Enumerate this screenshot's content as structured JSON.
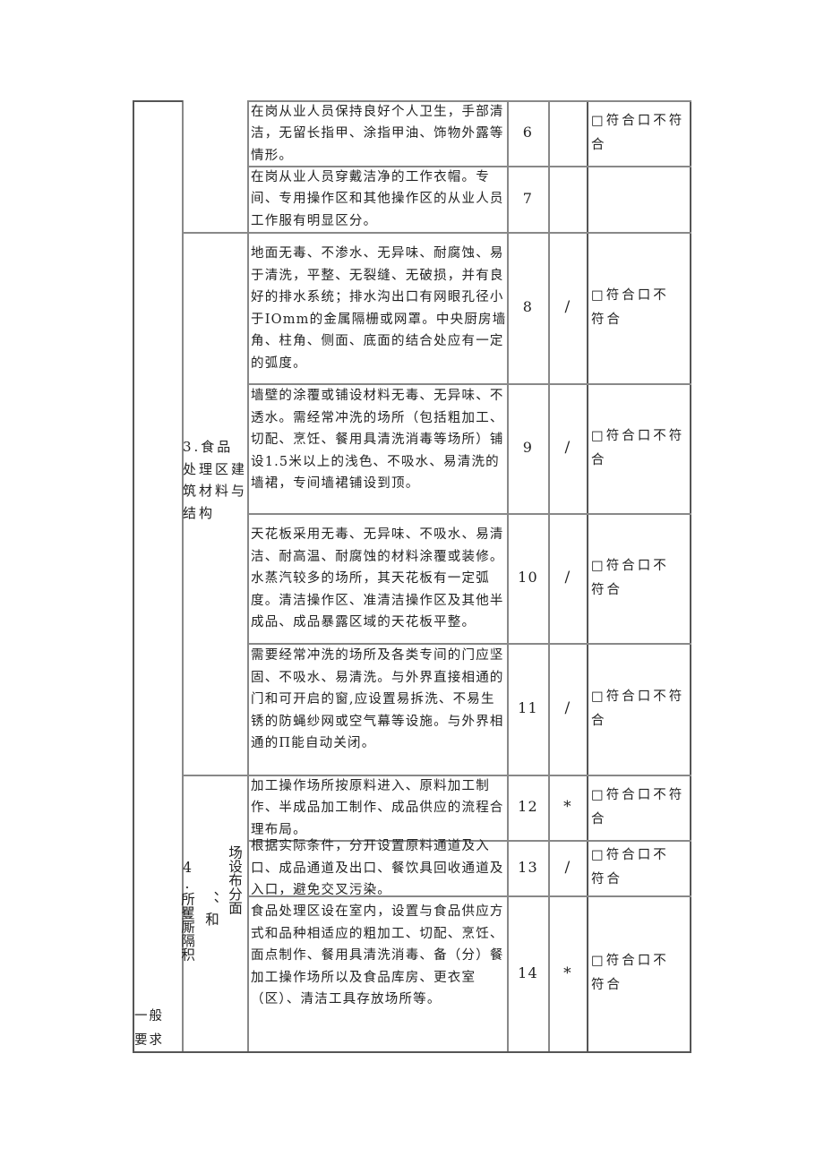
{
  "table": {
    "section_general": {
      "label_line1": "一般",
      "label_line2": "要求"
    },
    "category_3": {
      "label": "3.食品处理区建筑材料与结构"
    },
    "category_4": {
      "col1": "4.所矍厮隔积",
      "col2": "、、和",
      "col3": "场设布分面"
    },
    "rows": [
      {
        "description": "在岗从业人员保持良好个人卫生，手部清洁，无留长指甲、涂指甲油、饰物外露等情形。",
        "number": "6",
        "mark": "",
        "result": "□符合口不符合"
      },
      {
        "description": "在岗从业人员穿戴洁净的工作衣帽。专间、专用操作区和其他操作区的从业人员工作服有明显区分。",
        "number": "7",
        "mark": "",
        "result": ""
      },
      {
        "description": "地面无毒、不渗水、无异味、耐腐蚀、易于清洗，平整、无裂缝、无破损，并有良好的排水系统；排水沟出口有网眼孔径小于IOmm的金属隔栅或网罩。中央厨房墙角、柱角、侧面、底面的结合处应有一定的弧度。",
        "number": "8",
        "mark": "/",
        "result": "□符合口不符合"
      },
      {
        "description": "墙壁的涂覆或铺设材料无毒、无异味、不透水。需经常冲洗的场所（包括粗加工、切配、烹饪、餐用具清洗消毒等场所）铺设1.5米以上的浅色、不吸水、易清洗的墙裙，专间墙裙铺设到顶。",
        "number": "9",
        "mark": "/",
        "result": "□符合口不符合"
      },
      {
        "description": "天花板采用无毒、无异味、不吸水、易清洁、耐高温、耐腐蚀的材料涂覆或装修。水蒸汽较多的场所，其天花板有一定弧度。清洁操作区、准清洁操作区及其他半成品、成品暴露区域的天花板平整。",
        "number": "10",
        "mark": "/",
        "result": "□符合口不符合"
      },
      {
        "description": "需要经常冲洗的场所及各类专间的门应坚固、不吸水、易清洗。与外界直接相通的门和可开启的窗,应设置易拆洗、不易生锈的防蝇纱网或空气幕等设施。与外界相通的П能自动关闭。",
        "number": "11",
        "mark": "/",
        "result": "□符合口不符合"
      },
      {
        "description": "加工操作场所按原料进入、原料加工制作、半成品加工制作、成品供应的流程合理布局。",
        "number": "12",
        "mark": "*",
        "result": "□符合口不符合"
      },
      {
        "description": "根据实际条件，分开设置原料通道及入口、成品通道及出口、餐饮具回收通道及入口，避免交叉污染。",
        "number": "13",
        "mark": "/",
        "result": "□符合口不符合"
      },
      {
        "description": "食品处理区设在室内，设置与食品供应方式和品种相适应的粗加工、切配、烹饪、面点制作、餐用具清洗消毒、备（分）餐加工操作场所以及食品库房、更衣室（区）、清洁工具存放场所等。",
        "number": "14",
        "mark": "*",
        "result": "□符合口不符合"
      }
    ]
  }
}
